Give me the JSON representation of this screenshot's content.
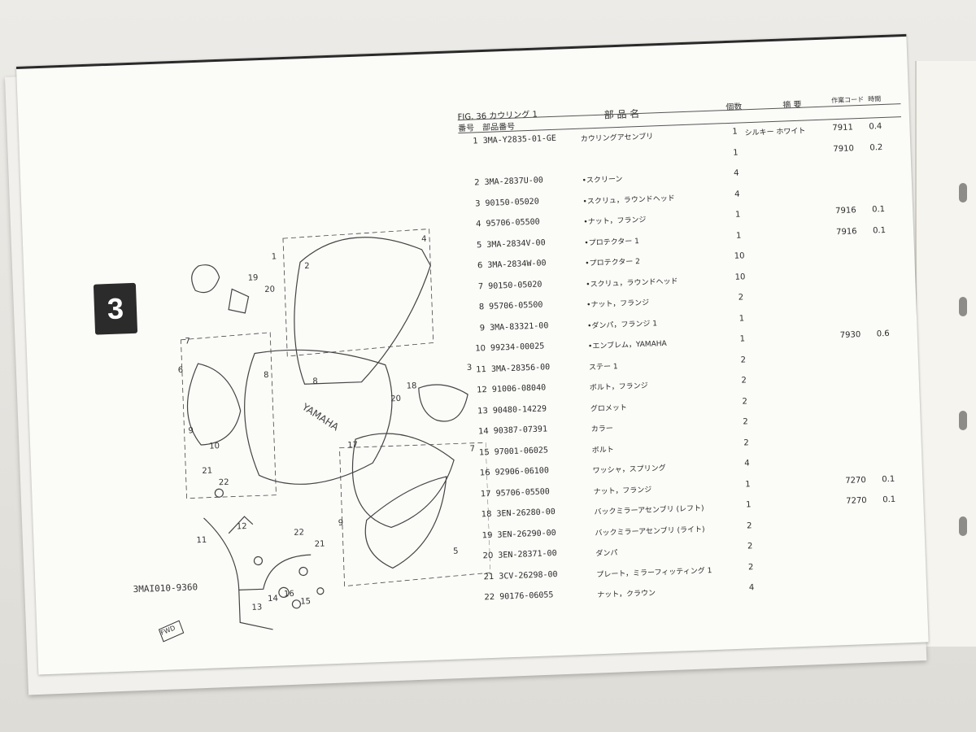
{
  "page": {
    "chapter": "3",
    "diagram_code": "3MAI010-9360",
    "fwd_label": "FWD",
    "brand_text": "YAMAHA"
  },
  "table": {
    "fig_title": "FIG. 36 カウリング 1",
    "headers": {
      "ref_no": "番号",
      "part_no": "部品番号",
      "part_name": "部 品 名",
      "qty": "個数",
      "remarks": "摘 要",
      "work_code": "作業コード",
      "time": "時間"
    },
    "rows": [
      {
        "no": "1",
        "part": "3MA-Y2835-01-GE",
        "name": "カウリングアセンブリ",
        "qty": "1",
        "rem": "シルキー ホワイト",
        "code": "7911",
        "time": "0.4"
      },
      {
        "no": "",
        "part": "",
        "name": "",
        "qty": "1",
        "rem": "",
        "code": "7910",
        "time": "0.2"
      },
      {
        "no": "2",
        "part": "3MA-2837U-00",
        "name": "•スクリーン",
        "qty": "4",
        "rem": "",
        "code": "",
        "time": ""
      },
      {
        "no": "3",
        "part": "90150-05020",
        "name": "•スクリュ，ラウンドヘッド",
        "qty": "4",
        "rem": "",
        "code": "",
        "time": ""
      },
      {
        "no": "4",
        "part": "95706-05500",
        "name": "•ナット，フランジ",
        "qty": "1",
        "rem": "",
        "code": "7916",
        "time": "0.1"
      },
      {
        "no": "5",
        "part": "3MA-2834V-00",
        "name": "•プロテクター 1",
        "qty": "1",
        "rem": "",
        "code": "7916",
        "time": "0.1"
      },
      {
        "no": "6",
        "part": "3MA-2834W-00",
        "name": "•プロテクター 2",
        "qty": "10",
        "rem": "",
        "code": "",
        "time": ""
      },
      {
        "no": "7",
        "part": "90150-05020",
        "name": "•スクリュ，ラウンドヘッド",
        "qty": "10",
        "rem": "",
        "code": "",
        "time": ""
      },
      {
        "no": "8",
        "part": "95706-05500",
        "name": "•ナット，フランジ",
        "qty": "2",
        "rem": "",
        "code": "",
        "time": ""
      },
      {
        "no": "9",
        "part": "3MA-83321-00",
        "name": "•ダンパ，フランジ 1",
        "qty": "1",
        "rem": "",
        "code": "",
        "time": ""
      },
      {
        "no": "10",
        "part": "99234-00025",
        "name": "•エンブレム，YAMAHA",
        "qty": "1",
        "rem": "",
        "code": "7930",
        "time": "0.6"
      },
      {
        "no": "11",
        "part": "3MA-28356-00",
        "name": "ステー 1",
        "qty": "2",
        "rem": "",
        "code": "",
        "time": ""
      },
      {
        "no": "12",
        "part": "91006-08040",
        "name": "ボルト，フランジ",
        "qty": "2",
        "rem": "",
        "code": "",
        "time": ""
      },
      {
        "no": "13",
        "part": "90480-14229",
        "name": "グロメット",
        "qty": "2",
        "rem": "",
        "code": "",
        "time": ""
      },
      {
        "no": "14",
        "part": "90387-07391",
        "name": "カラー",
        "qty": "2",
        "rem": "",
        "code": "",
        "time": ""
      },
      {
        "no": "15",
        "part": "97001-06025",
        "name": "ボルト",
        "qty": "2",
        "rem": "",
        "code": "",
        "time": ""
      },
      {
        "no": "16",
        "part": "92906-06100",
        "name": "ワッシャ，スプリング",
        "qty": "4",
        "rem": "",
        "code": "",
        "time": ""
      },
      {
        "no": "17",
        "part": "95706-05500",
        "name": "ナット，フランジ",
        "qty": "1",
        "rem": "",
        "code": "7270",
        "time": "0.1"
      },
      {
        "no": "18",
        "part": "3EN-26280-00",
        "name": "バックミラーアセンブリ (レフト)",
        "qty": "1",
        "rem": "",
        "code": "7270",
        "time": "0.1"
      },
      {
        "no": "19",
        "part": "3EN-26290-00",
        "name": "バックミラーアセンブリ (ライト)",
        "qty": "2",
        "rem": "",
        "code": "",
        "time": ""
      },
      {
        "no": "20",
        "part": "3EN-28371-00",
        "name": "ダンパ",
        "qty": "2",
        "rem": "",
        "code": "",
        "time": ""
      },
      {
        "no": "21",
        "part": "3CV-26298-00",
        "name": "プレート，ミラーフィッティング 1",
        "qty": "2",
        "rem": "",
        "code": "",
        "time": ""
      },
      {
        "no": "22",
        "part": "90176-06055",
        "name": "ナット，クラウン",
        "qty": "4",
        "rem": "",
        "code": "",
        "time": ""
      }
    ]
  }
}
